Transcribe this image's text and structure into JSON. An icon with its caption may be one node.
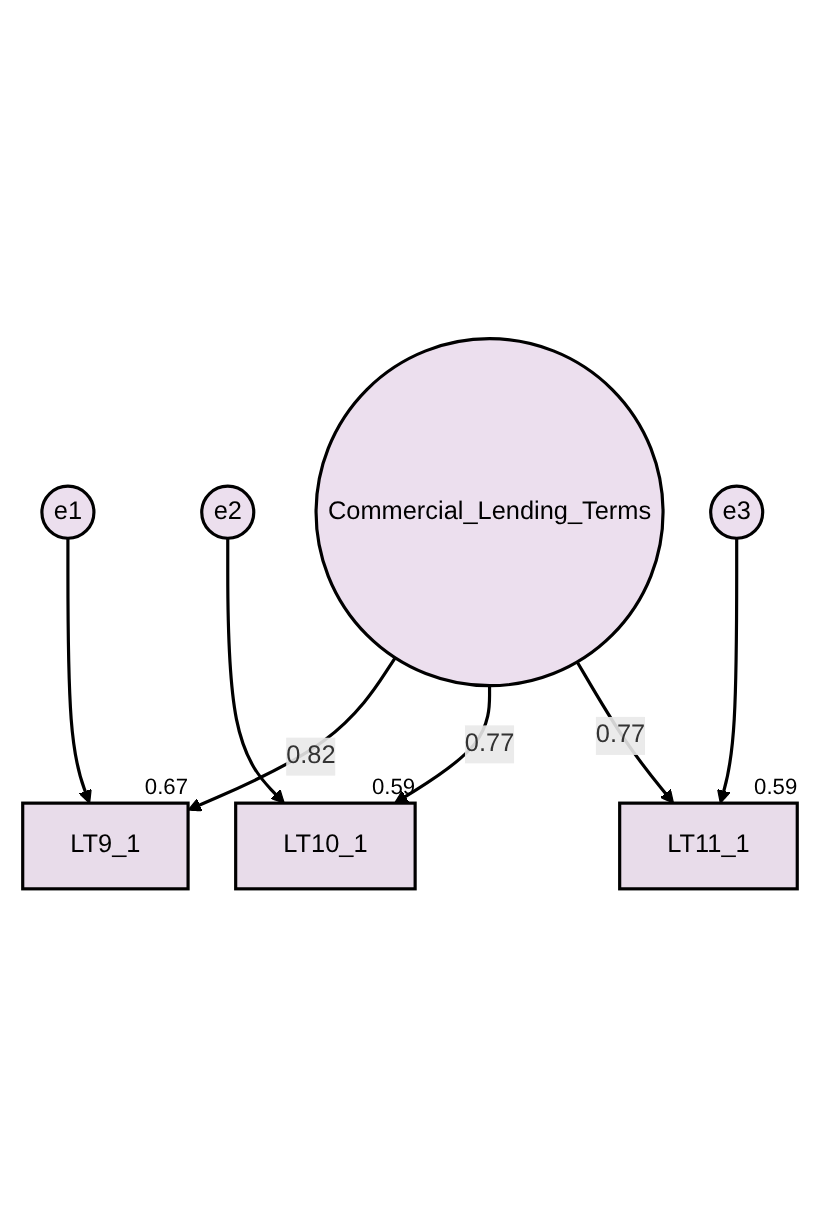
{
  "diagram": {
    "nodes": [
      {
        "text": [
          "e1"
        ]
      },
      {
        "text": [
          "e2"
        ]
      },
      {
        "text": [
          "e3"
        ]
      },
      {
        "text": [
          "LT9_1"
        ],
        "beside": [
          "0.67"
        ]
      },
      {
        "text": [
          "LT10_1"
        ],
        "beside": [
          "0.59"
        ]
      },
      {
        "text": [
          "LT11_1"
        ],
        "beside": [
          "0.59"
        ]
      },
      {
        "text": [
          "Commercial_Lending_Terms"
        ]
      }
    ],
    "edges": [
      {
        "from": 0,
        "to": 3,
        "arrow": "to"
      },
      {
        "from": 1,
        "to": 4,
        "arrow": "to"
      },
      {
        "from": 2,
        "to": 5,
        "arrow": "to"
      },
      {
        "from": 6,
        "to": 3,
        "arrow": "to",
        "label": "0.82"
      },
      {
        "from": 6,
        "to": 4,
        "arrow": "to",
        "label": "0.77"
      },
      {
        "from": 6,
        "to": 5,
        "arrow": "to",
        "label": "0.77"
      }
    ]
  }
}
